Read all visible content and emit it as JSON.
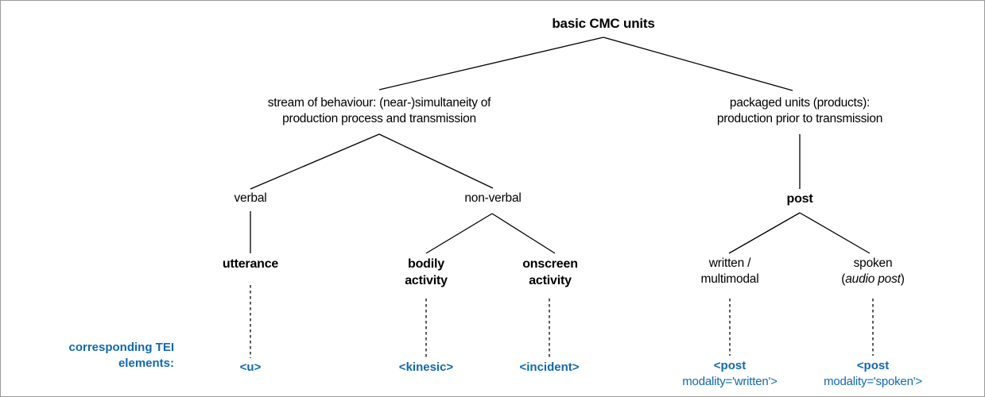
{
  "diagram": {
    "title_node": "basic CMC units",
    "accent_color": "#1269b0",
    "line_color": "#000000",
    "background": "#ffffff",
    "border_color": "#9a9a9a"
  },
  "nodes": {
    "root": {
      "label": "basic CMC units"
    },
    "stream": {
      "line1": "stream of behaviour: (near-)simultaneity of",
      "line2": "production process and transmission"
    },
    "packaged": {
      "line1": "packaged units (products):",
      "line2": "production prior to transmission"
    },
    "verbal": {
      "label": "verbal"
    },
    "nonverbal": {
      "label": "non-verbal"
    },
    "post": {
      "label": "post"
    },
    "utterance": {
      "label": "utterance"
    },
    "bodily": {
      "line1": "bodily",
      "line2": "activity"
    },
    "onscreen": {
      "line1": "onscreen",
      "line2": "activity"
    },
    "written": {
      "line1": "written /",
      "line2": "multimodal"
    },
    "spoken": {
      "line1": "spoken",
      "line2_pre": "(",
      "line2_italic": "audio post",
      "line2_post": ")"
    }
  },
  "tei": {
    "legend_line1": "corresponding TEI",
    "legend_line2": "elements:",
    "u": "<u>",
    "kinesic": "<kinesic>",
    "incident": "<incident>",
    "post_written_tag": "<post",
    "post_written_attr": "modality='written'>",
    "post_spoken_tag": "<post",
    "post_spoken_attr": "modality='spoken'>"
  }
}
